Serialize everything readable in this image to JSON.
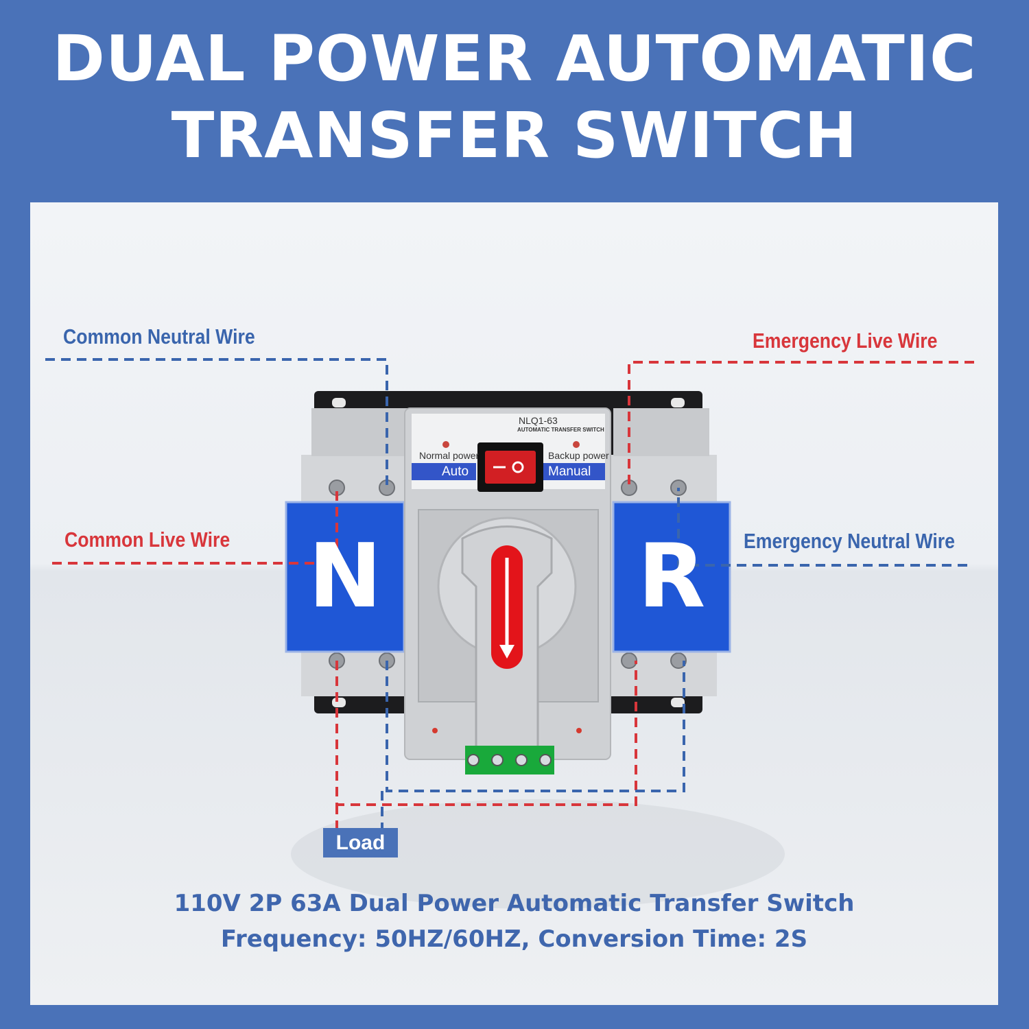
{
  "title": {
    "line1": "DUAL POWER AUTOMATIC",
    "line2": "TRANSFER SWITCH"
  },
  "wire_labels": {
    "common_neutral": "Common Neutral Wire",
    "common_live": "Common Live Wire",
    "emergency_live": "Emergency Live Wire",
    "emergency_neutral": "Emergency Neutral Wire",
    "load": "Load"
  },
  "device": {
    "model": "NLQ1-63",
    "subtitle": "AUTOMATIC TRANSFER SWITCH",
    "normal_power": "Normal power",
    "backup_power": "Backup power",
    "auto": "Auto",
    "manual": "Manual",
    "left_pole": "N",
    "right_pole": "R"
  },
  "specs": {
    "line1": "110V 2P 63A Dual Power Automatic Transfer Switch",
    "line2": "Frequency: 50HZ/60HZ, Conversion Time: 2S"
  },
  "colors": {
    "background": "#4a72b8",
    "neutral_wire": "#3a65ad",
    "live_wire": "#d8363b",
    "pole_label": "#1f57d6"
  }
}
